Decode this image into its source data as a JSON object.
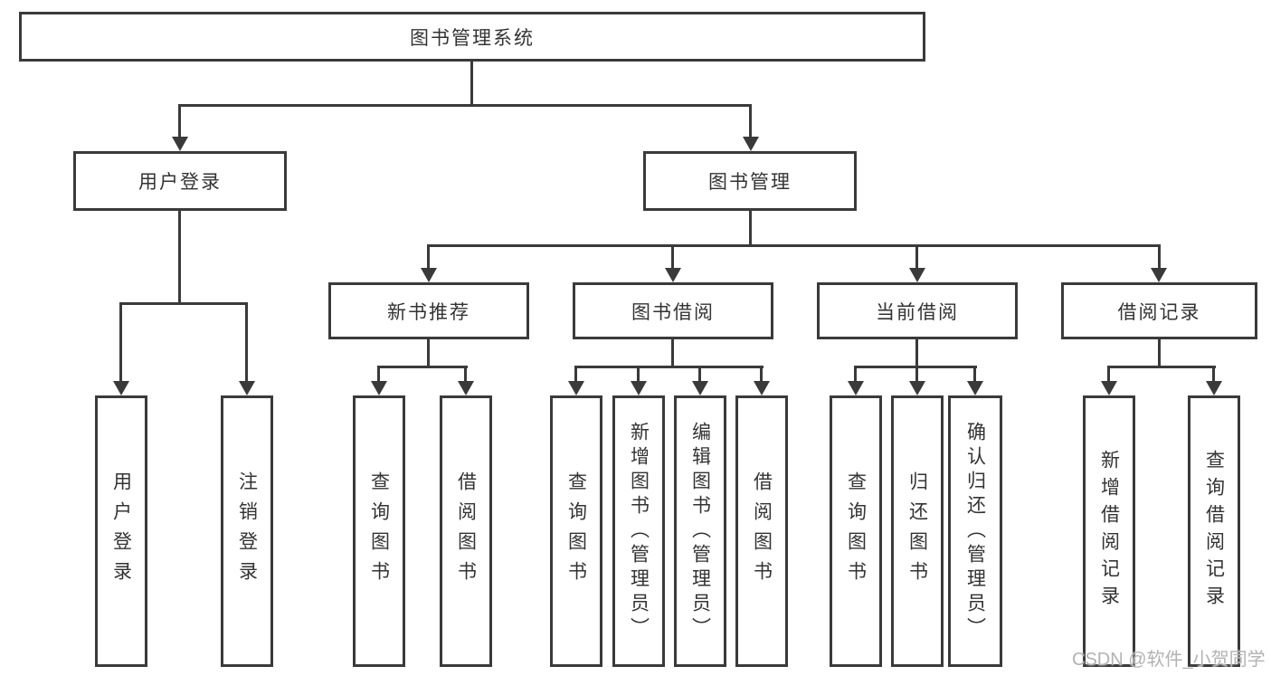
{
  "diagram": {
    "root": {
      "label": "图书管理系统"
    },
    "level2": {
      "user_login": {
        "label": "用户登录"
      },
      "book_mgmt": {
        "label": "图书管理"
      }
    },
    "level3": {
      "new_book": {
        "label": "新书推荐"
      },
      "book_borrow": {
        "label": "图书借阅"
      },
      "current_borrow": {
        "label": "当前借阅"
      },
      "borrow_record": {
        "label": "借阅记录"
      }
    },
    "leaves": {
      "user_login": [
        "用户登录",
        "注销登录"
      ],
      "new_book": [
        "查询图书",
        "借阅图书"
      ],
      "book_borrow": [
        "查询图书",
        "新增图书（管理员）",
        "编辑图书（管理员）",
        "借阅图书"
      ],
      "current_borrow": [
        "查询图书",
        "归还图书",
        "确认归还（管理员）"
      ],
      "borrow_record": [
        "新增借阅记录",
        "查询借阅记录"
      ]
    }
  },
  "watermark": {
    "text": "CSDN @软件_小贺同学"
  },
  "colors": {
    "line": "#3a3a3a",
    "text": "#333333",
    "watermark": "#b2b2b2",
    "background": "#ffffff"
  }
}
